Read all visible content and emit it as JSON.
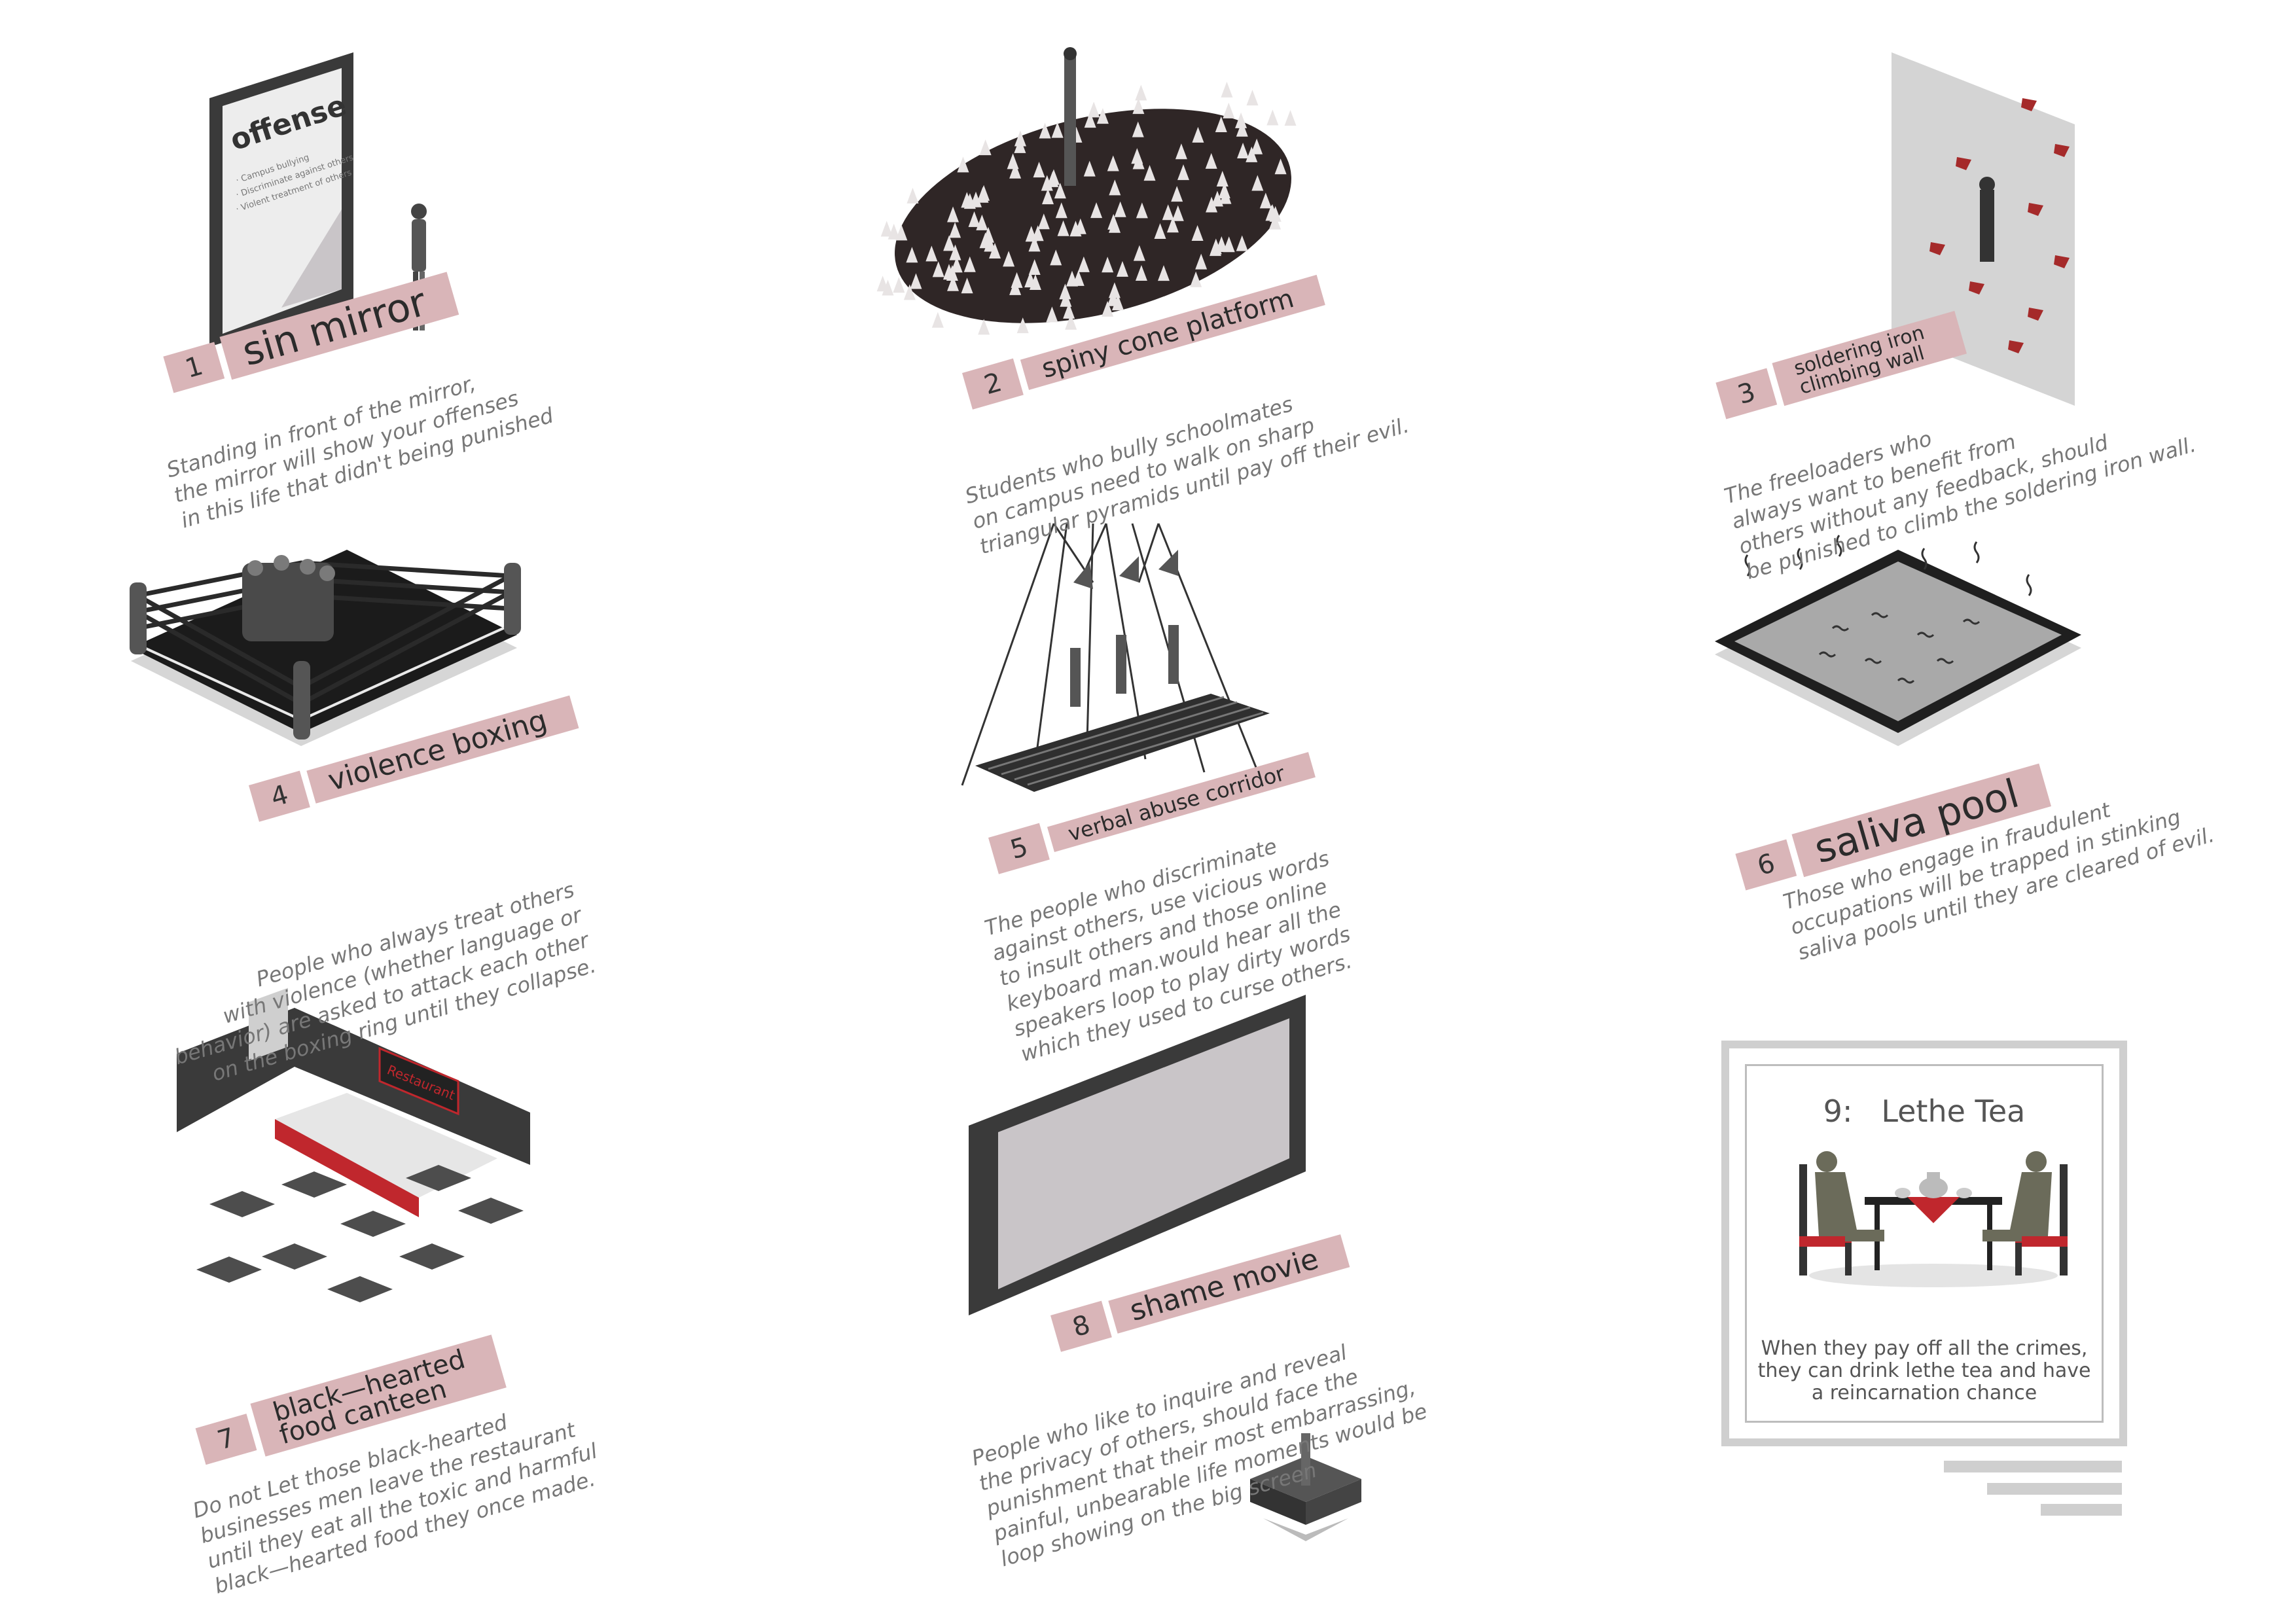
{
  "panels": [
    {
      "num": "1",
      "title": "sin mirror",
      "text": [
        "Standing in front of the mirror,",
        "the mirror will show your offenses",
        "in this life that didn't being punished"
      ]
    },
    {
      "num": "2",
      "title": "spiny cone platform",
      "text": [
        "Students who bully schoolmates",
        "on campus need to walk on sharp",
        "triangular pyramids until pay off their evil."
      ]
    },
    {
      "num": "3",
      "title": [
        "soldering iron",
        "climbing  wall"
      ],
      "text": [
        "The freeloaders who",
        "always want to benefit from",
        "others without any feedback, should",
        "be punished to climb the soldering iron wall."
      ]
    },
    {
      "num": "4",
      "title": "violence boxing",
      "text": [
        "People who always treat others",
        "with violence (whether language or",
        "behavior) are asked to attack each other",
        "on the boxing ring until they collapse."
      ]
    },
    {
      "num": "5",
      "title": "verbal abuse corridor",
      "text": [
        "The people who discriminate",
        "against others, use vicious words",
        "to insult others and those online",
        "keyboard man.would hear all the",
        "speakers loop to play dirty words",
        "which they used to curse others."
      ]
    },
    {
      "num": "6",
      "title": "saliva pool",
      "text": [
        "Those who engage in fraudulent",
        "occupations will be trapped in stinking",
        "saliva pools until they are cleared of evil."
      ]
    },
    {
      "num": "7",
      "title": [
        "black—hearted",
        "food canteen"
      ],
      "text": [
        "Do not Let those black-hearted",
        "businesses men leave the restaurant",
        "until they eat all the toxic and harmful",
        "black—hearted food they once made."
      ]
    },
    {
      "num": "8",
      "title": "shame movie",
      "text": [
        "People who like to inquire and reveal",
        "the privacy of others, should face the",
        "punishment that their most embarrassing,",
        "painful,  unbearable life moments would be",
        "loop showing on the big screen"
      ]
    }
  ],
  "mirror": {
    "heading": "offense",
    "items": [
      "Campus bullying",
      "Discriminate against others",
      "Violent treatment of others"
    ]
  },
  "canteen_sign": "Restaurant",
  "lethe": {
    "num": "9:",
    "title": "Lethe Tea",
    "text": [
      "When they pay off all the crimes,",
      "they can drink lethe tea and have",
      "a reincarnation chance"
    ]
  },
  "colors": {
    "accent": "#d9b5b8",
    "dark": "#2f2626",
    "red": "#c0272d",
    "gray": "#8a8a8a"
  }
}
